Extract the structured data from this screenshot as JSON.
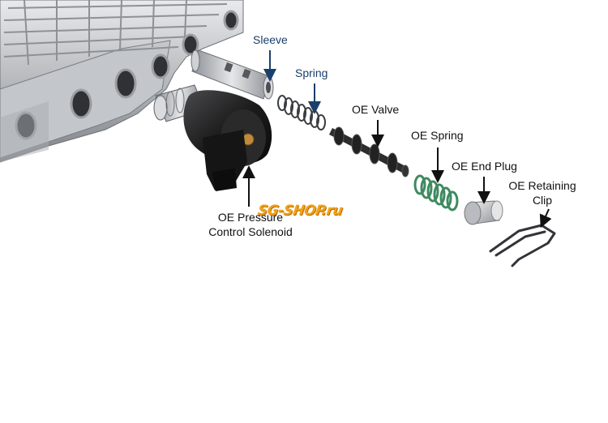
{
  "labels": {
    "sleeve": "Sleeve",
    "spring": "Spring",
    "oe_valve": "OE Valve",
    "oe_spring": "OE Spring",
    "oe_end_plug": "OE End Plug",
    "oe_retaining_clip_line1": "OE Retaining",
    "oe_retaining_clip_line2": "Clip",
    "solenoid_line1": "OE Pressure",
    "solenoid_line2": "Control Solenoid"
  },
  "watermark": "SG-SHOP.ru",
  "colors": {
    "label_blue": "#1a3f6b",
    "label_black": "#111111",
    "watermark": "#f2a21a",
    "spring_green": "#3f8a60"
  },
  "icons": [
    "valve-body-image",
    "solenoid-image",
    "sleeve-image",
    "spring-image",
    "valve-spool-image",
    "oe-spring-image",
    "end-plug-image",
    "retaining-clip-image"
  ]
}
